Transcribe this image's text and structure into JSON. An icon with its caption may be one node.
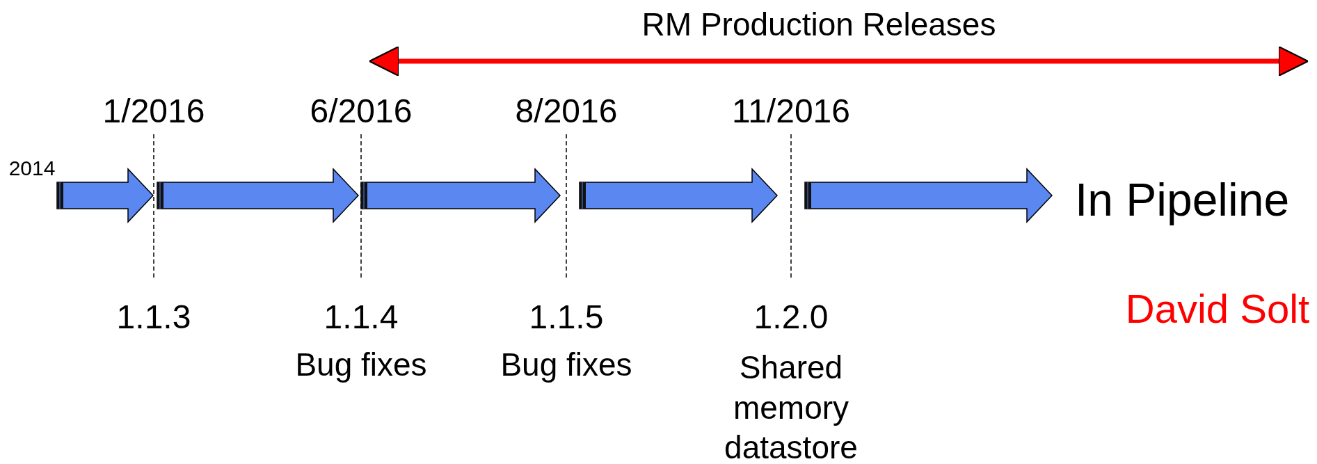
{
  "diagram": {
    "labels": [
      "RM Production Releases",
      "1/2016",
      "6/2016",
      "8/2016",
      "11/2016",
      "2014",
      "In Pipeline",
      "1.1.3",
      "1.1.4",
      "1.1.5",
      "1.2.0",
      "David Solt",
      "Bug fixes",
      "Bug fixes",
      "Shared memory datastore"
    ]
  }
}
